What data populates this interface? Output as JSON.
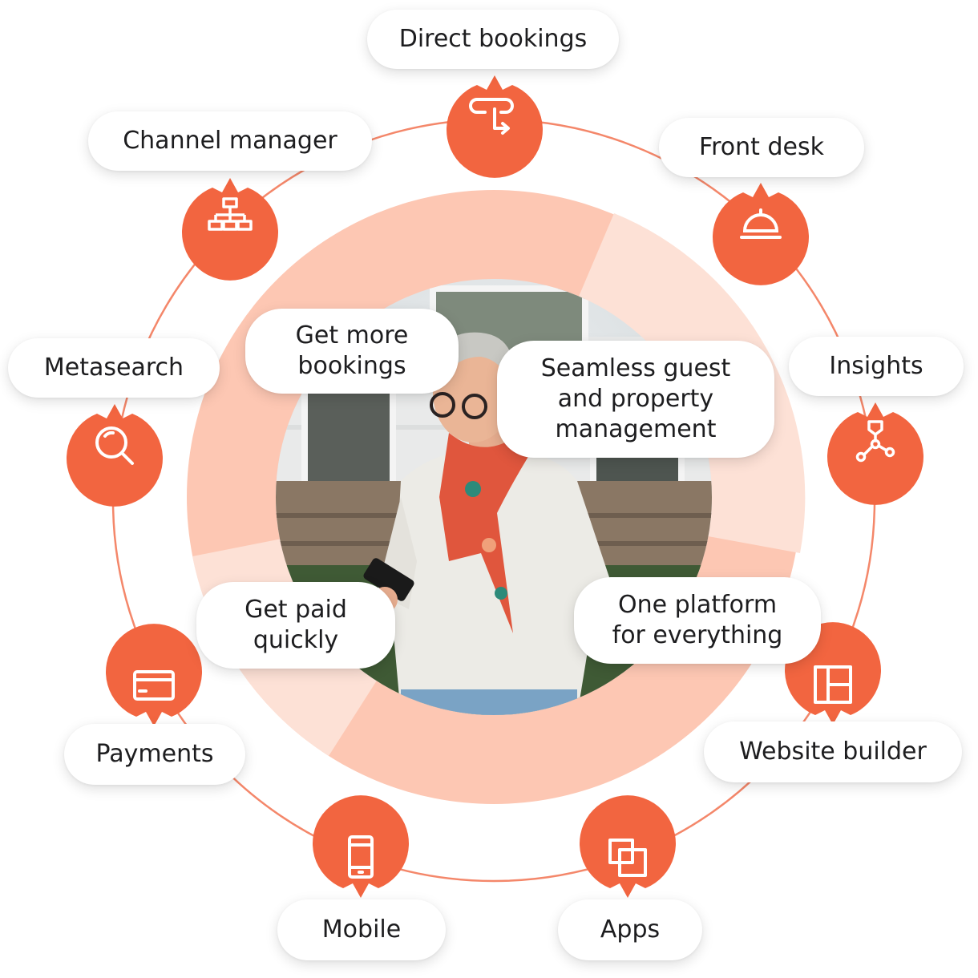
{
  "colors": {
    "accent": "#f26540",
    "ring_line": "#f4876a",
    "donut_dark": "#fdc7b3",
    "donut_light": "#fde1d6",
    "photo_fallback": "#8a8f7c"
  },
  "modules": [
    {
      "id": "direct-bookings",
      "label": "Direct bookings",
      "icon": "route-arrow-icon"
    },
    {
      "id": "front-desk",
      "label": "Front desk",
      "icon": "reception-bell-icon"
    },
    {
      "id": "insights",
      "label": "Insights",
      "icon": "analytics-nodes-icon"
    },
    {
      "id": "website-builder",
      "label": "Website builder",
      "icon": "layout-grid-icon"
    },
    {
      "id": "apps",
      "label": "Apps",
      "icon": "overlapping-windows-icon"
    },
    {
      "id": "mobile",
      "label": "Mobile",
      "icon": "mobile-phone-icon"
    },
    {
      "id": "payments",
      "label": "Payments",
      "icon": "credit-card-icon"
    },
    {
      "id": "metasearch",
      "label": "Metasearch",
      "icon": "magnifier-icon"
    },
    {
      "id": "channel-manager",
      "label": "Channel manager",
      "icon": "org-chart-icon"
    }
  ],
  "benefits": [
    {
      "id": "get-more-bookings",
      "label": "Get more\nbookings"
    },
    {
      "id": "seamless-management",
      "label": "Seamless guest\nand property\nmanagement"
    },
    {
      "id": "get-paid-quickly",
      "label": "Get paid\nquickly"
    },
    {
      "id": "one-platform",
      "label": "One platform\nfor everything"
    }
  ],
  "photo": {
    "description": "Woman with short grey hair and a floral scarf smiling at her phone outside a house"
  }
}
